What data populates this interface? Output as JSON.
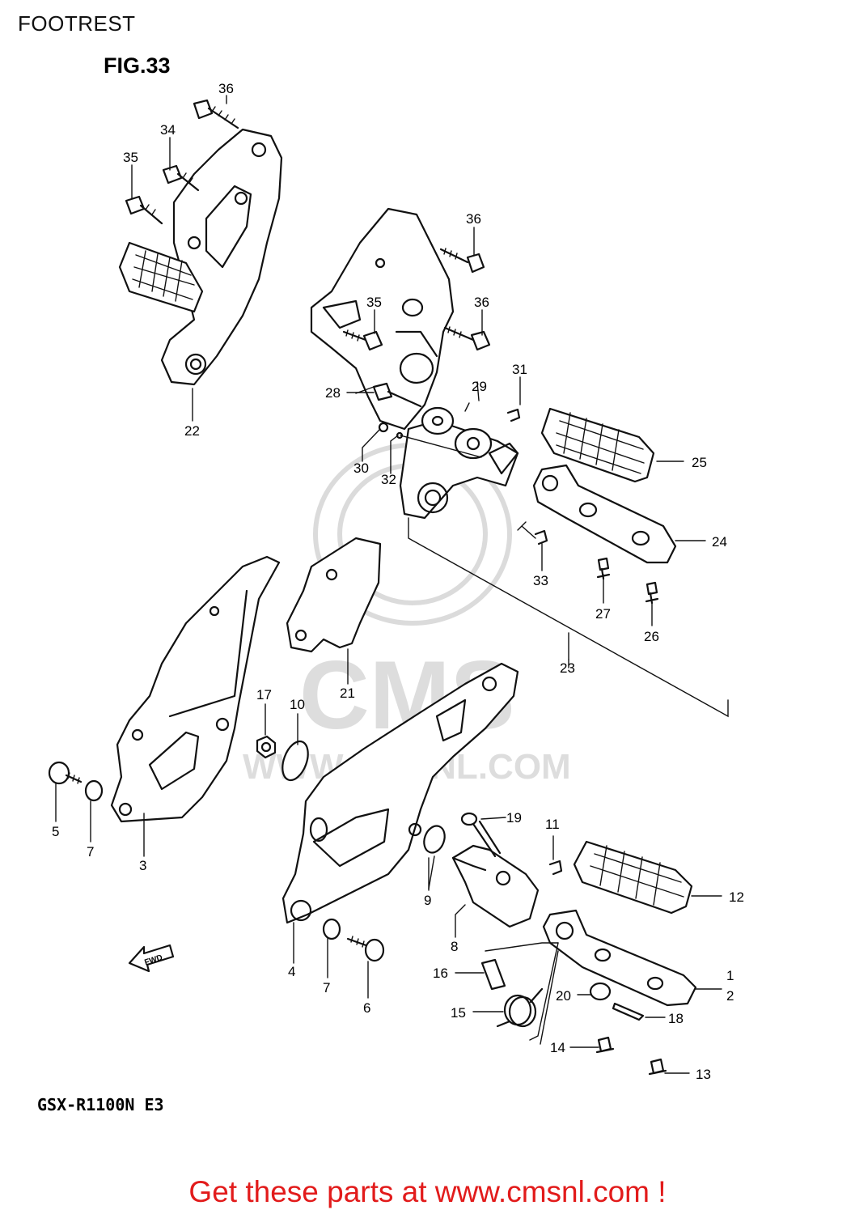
{
  "header": {
    "title": "FOOTREST",
    "figure": "FIG.33"
  },
  "footer": {
    "model": "GSX-R1100N E3",
    "cta": "Get these parts at www.cmsnl.com !"
  },
  "watermark": {
    "brand": "CMS",
    "url": "WWW.CMSNL.COM"
  },
  "direction_tag": "FWD",
  "colors": {
    "line": "#111111",
    "cta": "#e21b1b",
    "watermark": "#c0c0c0"
  },
  "callouts": {
    "c1": "1",
    "c2": "2",
    "c3": "3",
    "c4": "4",
    "c5": "5",
    "c6": "6",
    "c7a": "7",
    "c7b": "7",
    "c8": "8",
    "c9": "9",
    "c10": "10",
    "c11": "11",
    "c12": "12",
    "c13": "13",
    "c14": "14",
    "c15": "15",
    "c16": "16",
    "c17": "17",
    "c18": "18",
    "c19": "19",
    "c20": "20",
    "c21": "21",
    "c22": "22",
    "c23": "23",
    "c24": "24",
    "c25": "25",
    "c26": "26",
    "c27": "27",
    "c28": "28",
    "c29": "29",
    "c30": "30",
    "c31": "31",
    "c32": "32",
    "c33": "33",
    "c34": "34",
    "c35a": "35",
    "c35b": "35",
    "c36a": "36",
    "c36b": "36",
    "c36c": "36"
  }
}
